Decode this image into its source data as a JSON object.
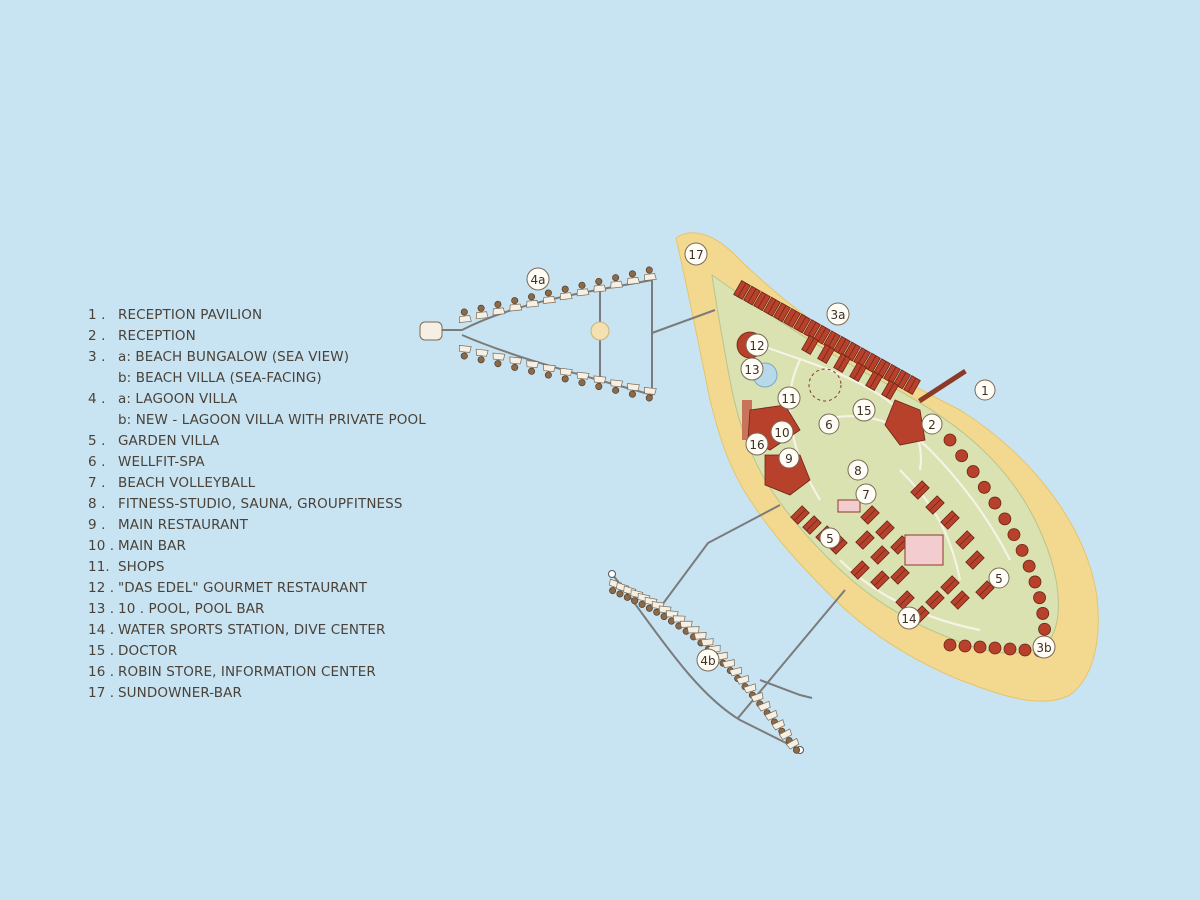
{
  "legend": [
    {
      "num": "1 .",
      "label": "RECEPTION PAVILION"
    },
    {
      "num": "2 .",
      "label": "RECEPTION"
    },
    {
      "num": "3 .",
      "label": "a: BEACH BUNGALOW (SEA VIEW)"
    },
    {
      "num": "",
      "label": "b: BEACH VILLA (SEA-FACING)"
    },
    {
      "num": "4 .",
      "label": "a: LAGOON VILLA"
    },
    {
      "num": "",
      "label": "b: NEW - LAGOON VILLA WITH PRIVATE POOL"
    },
    {
      "num": "5 .",
      "label": "GARDEN VILLA"
    },
    {
      "num": "6 .",
      "label": "WELLFIT-SPA"
    },
    {
      "num": "7 .",
      "label": "BEACH VOLLEYBALL"
    },
    {
      "num": "8 .",
      "label": "FITNESS-STUDIO, SAUNA, GROUPFITNESS"
    },
    {
      "num": "9 .",
      "label": "MAIN RESTAURANT"
    },
    {
      "num": "10 .",
      "label": "MAIN BAR"
    },
    {
      "num": "11.",
      "label": "SHOPS"
    },
    {
      "num": "12 .",
      "label": "\"DAS EDEL\" GOURMET RESTAURANT"
    },
    {
      "num": "13 .",
      "label": "10 .  POOL, POOL BAR"
    },
    {
      "num": "14 .",
      "label": "WATER SPORTS STATION, DIVE CENTER"
    },
    {
      "num": "15 .",
      "label": "DOCTOR"
    },
    {
      "num": "16 .",
      "label": "ROBIN STORE, INFORMATION CENTER"
    },
    {
      "num": "17 .",
      "label": "SUNDOWNER-BAR"
    }
  ],
  "markers": [
    "1",
    "2",
    "3a",
    "3b",
    "4a",
    "4b",
    "5",
    "5",
    "6",
    "7",
    "8",
    "9",
    "10",
    "11",
    "12",
    "13",
    "14",
    "15",
    "16",
    "17"
  ],
  "colors": {
    "water": "#c8e4f3",
    "sand": "#f3d98f",
    "vegetation": "#d9e2b0",
    "roof": "#b8412c",
    "jetty": "#7b7b7b"
  }
}
